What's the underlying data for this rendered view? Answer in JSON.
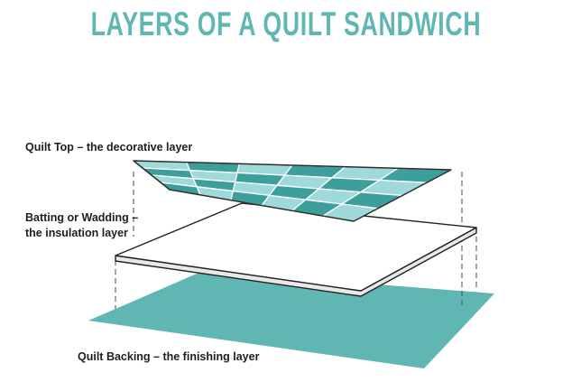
{
  "title": "LAYERS OF A QUILT SANDWICH",
  "labels": {
    "quilt_top": "Quilt Top – the decorative layer",
    "batting_line1": "Batting or Wadding –",
    "batting_line2": "the insulation layer",
    "backing": "Quilt Backing – the finishing layer"
  },
  "colors": {
    "title": "#5fb6b3",
    "backing": "#5fb6b3",
    "quilt_light": "#9fd9d9",
    "quilt_dark": "#3d9f9c",
    "quilt_border": "#2b2b2b",
    "batting_fill": "#ffffff",
    "text": "#1e1e1e"
  },
  "quilt_grid": {
    "rows": 4,
    "cols": 6,
    "pattern": [
      [
        0,
        1,
        0,
        1,
        0,
        1
      ],
      [
        1,
        0,
        1,
        0,
        1,
        0
      ],
      [
        0,
        1,
        0,
        1,
        0,
        1
      ],
      [
        1,
        0,
        1,
        0,
        1,
        0
      ]
    ]
  }
}
